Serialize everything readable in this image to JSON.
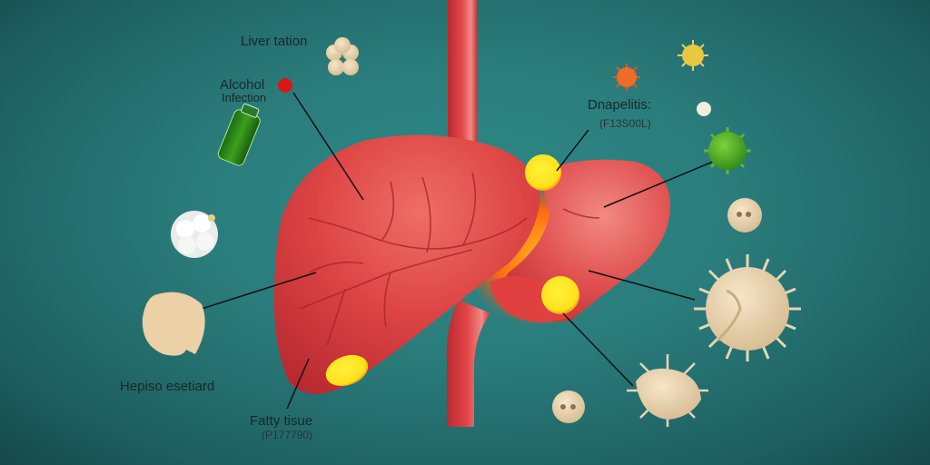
{
  "diagram": {
    "subject": "liver",
    "colors": {
      "background": "#2a7d7c",
      "background_dark": "#154849",
      "liver": "#d83a3a",
      "liver_highlight": "#ef6a62",
      "inflamed": "#ff6a10",
      "lesion": "#ffe51a",
      "vessel": "#d9383c",
      "cell": "#ecd7b4",
      "leader_line": "#111111"
    },
    "labels": {
      "liver_tation": "Liver tation",
      "alcohol": "Alcohol",
      "infection": "Infection",
      "dnapelitis": "Dnapelitis:",
      "dnapelitis_code": "(F13S00L)",
      "hepiso": "Hepiso esetiard",
      "fatty_tissue": "Fatty tisue",
      "fatty_code": "(P177790)"
    },
    "icons": [
      "cell-cluster-icon",
      "red-pill-icon",
      "alcohol-bottle-icon",
      "fat-cell-cluster-icon",
      "fat-cell-icon",
      "orange-virus-icon",
      "yellow-virus-icon",
      "small-bead-icon",
      "green-virus-icon",
      "round-cell-icon",
      "spiky-cell-large-icon",
      "spiky-cell-small-icon",
      "small-round-cell-icon"
    ]
  }
}
